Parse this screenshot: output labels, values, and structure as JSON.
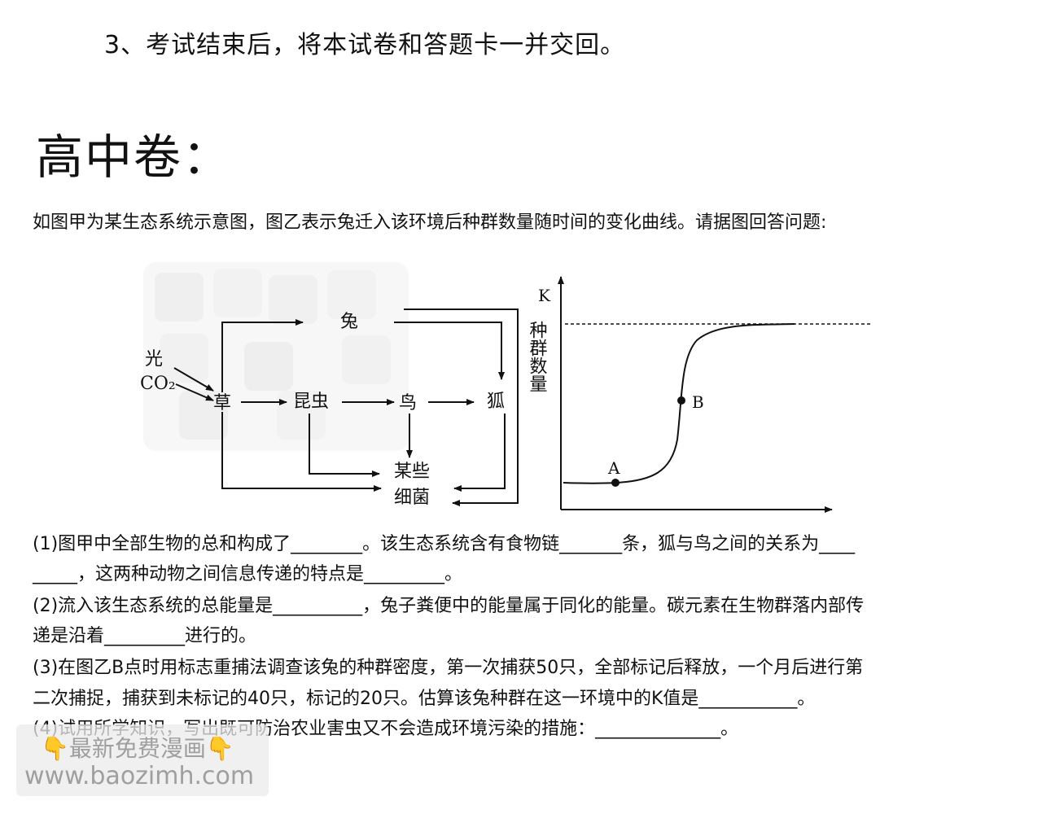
{
  "header": {
    "instruction_3": "3、考试结束后，将本试卷和答题卡一并交回。"
  },
  "section": {
    "title": "高中卷："
  },
  "question": {
    "intro": "如图甲为某生态系统示意图，图乙表示兔迁入该环境后种群数量随时间的变化曲线。请据图回答问题:",
    "lines": [
      "(1)图甲中全部生物的总和构成了________。该生态系统含有食物链_______条，狐与鸟之间的关系为____",
      "_____，这两种动物之间信息传递的特点是_________。",
      "(2)流入该生态系统的总能量是__________，兔子粪便中的能量属于同化的能量。碳元素在生物群落内部传",
      "递是沿着_________进行的。",
      "(3)在图乙B点时用标志重捕法调查该兔的种群密度，第一次捕获50只，全部标记后释放，一个月后进行第",
      "二次捕捉，捕获到未标记的40只，标记的20只。估算该兔种群在这一环境中的K值是___________。",
      "(4)试用所学知识，写出既可防治农业害虫又不会造成环境污染的措施：______________。"
    ]
  },
  "food_web": {
    "nodes": {
      "light": "光",
      "co2": "CO₂",
      "grass": "草",
      "rabbit": "兔",
      "insect": "昆虫",
      "bird": "鸟",
      "fox": "狐",
      "bacteria_line1": "某些",
      "bacteria_line2": "细菌"
    }
  },
  "growth_curve": {
    "y_axis_label": "种群数量",
    "k_label": "K",
    "point_a": "A",
    "point_b": "B",
    "curve_type": "S-shaped (logistic)"
  },
  "watermark": {
    "line1": "最新免费漫画",
    "line2": "www.baozimh.com",
    "hand_icon": "👇"
  }
}
